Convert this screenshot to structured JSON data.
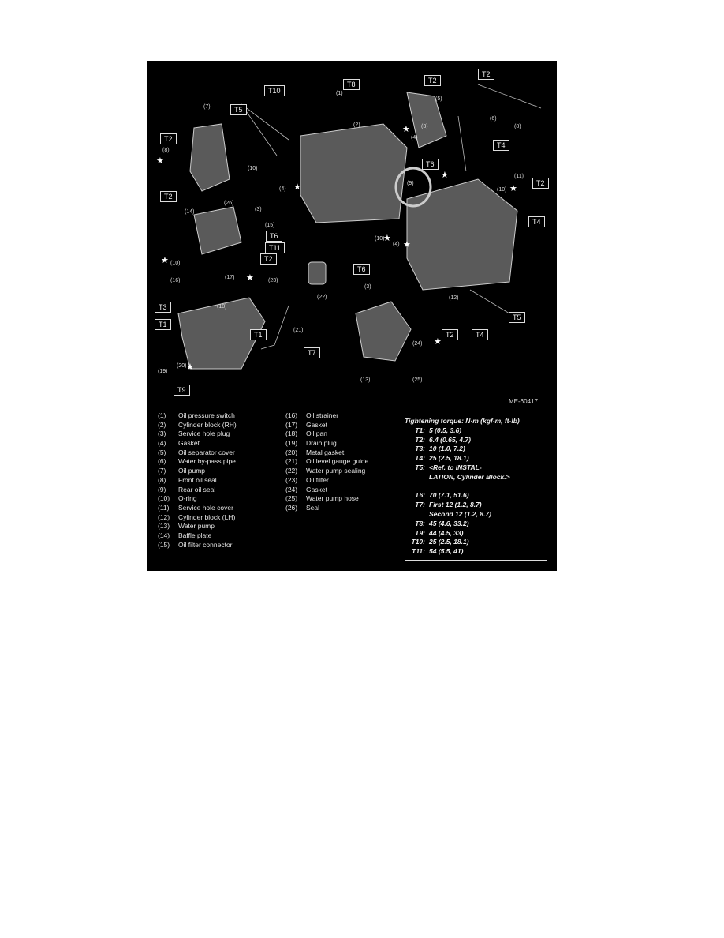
{
  "diagram": {
    "figure_id": "ME-60417",
    "torque_labels": [
      "T10",
      "T8",
      "T2",
      "T2",
      "T5",
      "T2",
      "T6",
      "T4",
      "T2",
      "T2",
      "T6",
      "T11",
      "T2",
      "T6",
      "T4",
      "T3",
      "T1",
      "T1",
      "T5",
      "T2",
      "T4",
      "T7",
      "T9"
    ],
    "part_numbers": [
      "(7)",
      "(1)",
      "(2)",
      "(5)",
      "(3)",
      "(4)",
      "(6)",
      "(8)",
      "(10)",
      "(9)",
      "(11)",
      "(10)",
      "(14)",
      "(26)",
      "(3)",
      "(4)",
      "(15)",
      "(10)",
      "(4)",
      "(3)",
      "(10)",
      "(17)",
      "(16)",
      "(23)",
      "(22)",
      "(12)",
      "(18)",
      "(21)",
      "(24)",
      "(19)",
      "(20)",
      "(13)",
      "(25)",
      "(8)"
    ]
  },
  "legend": {
    "col1": [
      [
        "(1)",
        "Oil pressure switch"
      ],
      [
        "(2)",
        "Cylinder block (RH)"
      ],
      [
        "(3)",
        "Service hole plug"
      ],
      [
        "(4)",
        "Gasket"
      ],
      [
        "(5)",
        "Oil separator cover"
      ],
      [
        "(6)",
        "Water by-pass pipe"
      ],
      [
        "(7)",
        "Oil pump"
      ],
      [
        "(8)",
        "Front oil seal"
      ],
      [
        "(9)",
        "Rear oil seal"
      ],
      [
        "(10)",
        "O-ring"
      ],
      [
        "(11)",
        "Service hole cover"
      ],
      [
        "(12)",
        "Cylinder block (LH)"
      ],
      [
        "(13)",
        "Water pump"
      ],
      [
        "(14)",
        "Baffle plate"
      ],
      [
        "(15)",
        "Oil filter connector"
      ]
    ],
    "col2": [
      [
        "(16)",
        "Oil strainer"
      ],
      [
        "(17)",
        "Gasket"
      ],
      [
        "(18)",
        "Oil pan"
      ],
      [
        "(19)",
        "Drain plug"
      ],
      [
        "(20)",
        "Metal gasket"
      ],
      [
        "(21)",
        "Oil level gauge guide"
      ],
      [
        "(22)",
        "Water pump sealing"
      ],
      [
        "(23)",
        "Oil filter"
      ],
      [
        "(24)",
        "Gasket"
      ],
      [
        "(25)",
        "Water pump hose"
      ],
      [
        "(26)",
        "Seal"
      ]
    ]
  },
  "torque": {
    "title": "Tightening torque: N·m (kgf-m, ft-lb)",
    "rows": [
      [
        "T1:",
        "5 (0.5, 3.6)"
      ],
      [
        "T2:",
        "6.4 (0.65, 4.7)"
      ],
      [
        "T3:",
        "10 (1.0, 7.2)"
      ],
      [
        "T4:",
        "25 (2.5, 18.1)"
      ],
      [
        "T5:",
        "<Ref. to INSTAL-"
      ],
      [
        "",
        "LATION, Cylinder Block.>"
      ],
      [
        "",
        ""
      ],
      [
        "T6:",
        "70 (7.1, 51.6)"
      ],
      [
        "T7:",
        "First 12 (1.2, 8.7)"
      ],
      [
        "",
        "Second 12 (1.2, 8.7)"
      ],
      [
        "T8:",
        "45 (4.6, 33.2)"
      ],
      [
        "T9:",
        "44 (4.5, 33)"
      ],
      [
        "T10:",
        "25 (2.5, 18.1)"
      ],
      [
        "T11:",
        "54 (5.5, 41)"
      ]
    ]
  }
}
